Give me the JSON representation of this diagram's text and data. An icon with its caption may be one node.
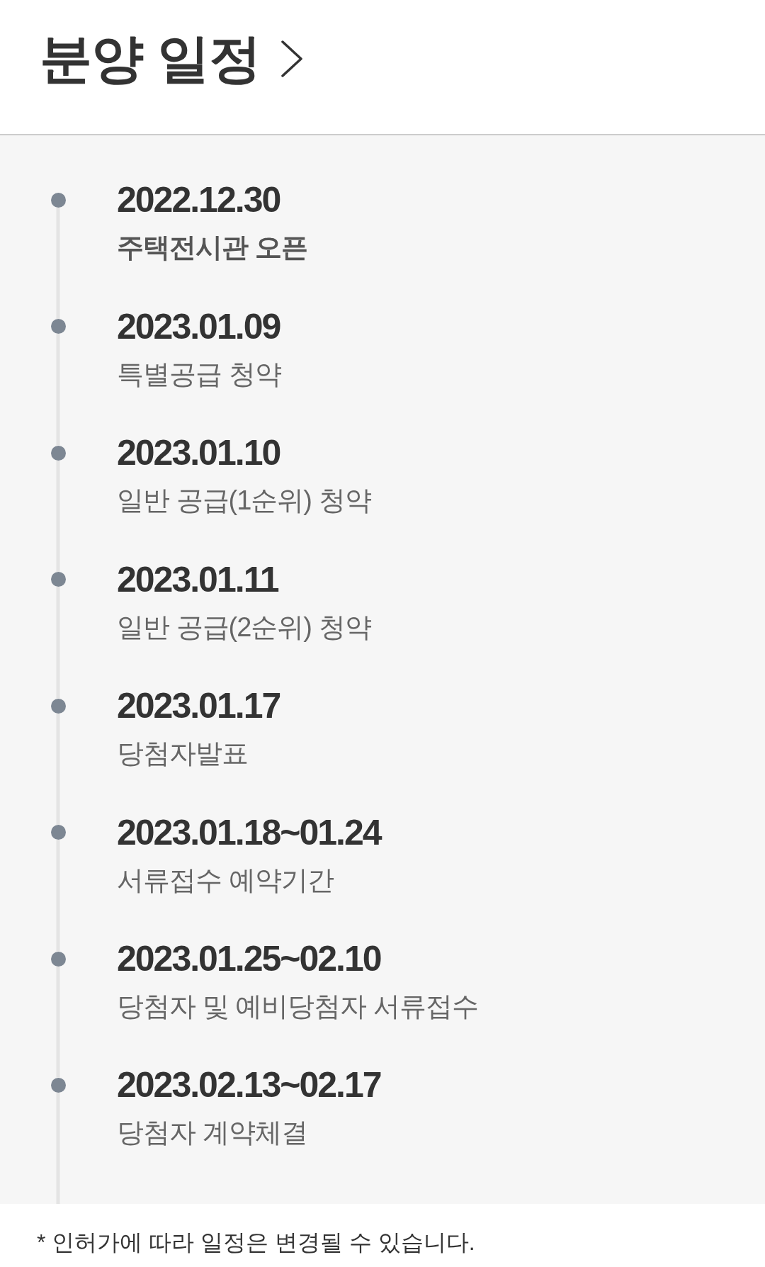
{
  "diagram": {
    "title": "분양 일정",
    "nodes": [
      {
        "text": [],
        "shape": "circle",
        "beside": [
          "2022.12.30",
          "주택전시관 오픈"
        ]
      },
      {
        "text": [],
        "shape": "circle",
        "beside": [
          "2023.01.09",
          "특별공급 청약"
        ]
      },
      {
        "text": [],
        "shape": "circle",
        "beside": [
          "2023.01.10",
          "일반 공급(1순위) 청약"
        ]
      },
      {
        "text": [],
        "shape": "circle",
        "beside": [
          "2023.01.11",
          "일반 공급(2순위) 청약"
        ]
      },
      {
        "text": [],
        "shape": "circle",
        "beside": [
          "2023.01.17",
          "당첨자발표"
        ]
      },
      {
        "text": [],
        "shape": "circle",
        "beside": [
          "2023.01.18~01.24",
          "서류접수 예약기간"
        ]
      },
      {
        "text": [],
        "shape": "circle",
        "beside": [
          "2023.01.25~02.10",
          "당첨자 및 예비당첨자 서류접수"
        ]
      },
      {
        "text": [],
        "shape": "circle",
        "beside": [
          "2023.02.13~02.17",
          "당첨자 계약체결"
        ]
      }
    ],
    "edges": [
      {
        "from": 0,
        "to": 1,
        "arrow": "none"
      },
      {
        "from": 1,
        "to": 2,
        "arrow": "none"
      },
      {
        "from": 2,
        "to": 3,
        "arrow": "none"
      },
      {
        "from": 3,
        "to": 4,
        "arrow": "none"
      },
      {
        "from": 4,
        "to": 5,
        "arrow": "none"
      },
      {
        "from": 5,
        "to": 6,
        "arrow": "none"
      },
      {
        "from": 6,
        "to": 7,
        "arrow": "none"
      },
      {
        "from": 7,
        "to": null,
        "arrow": "none"
      }
    ],
    "labels": [
      "* 인허가에 따라 일정은 변경될 수 있습니다."
    ]
  }
}
